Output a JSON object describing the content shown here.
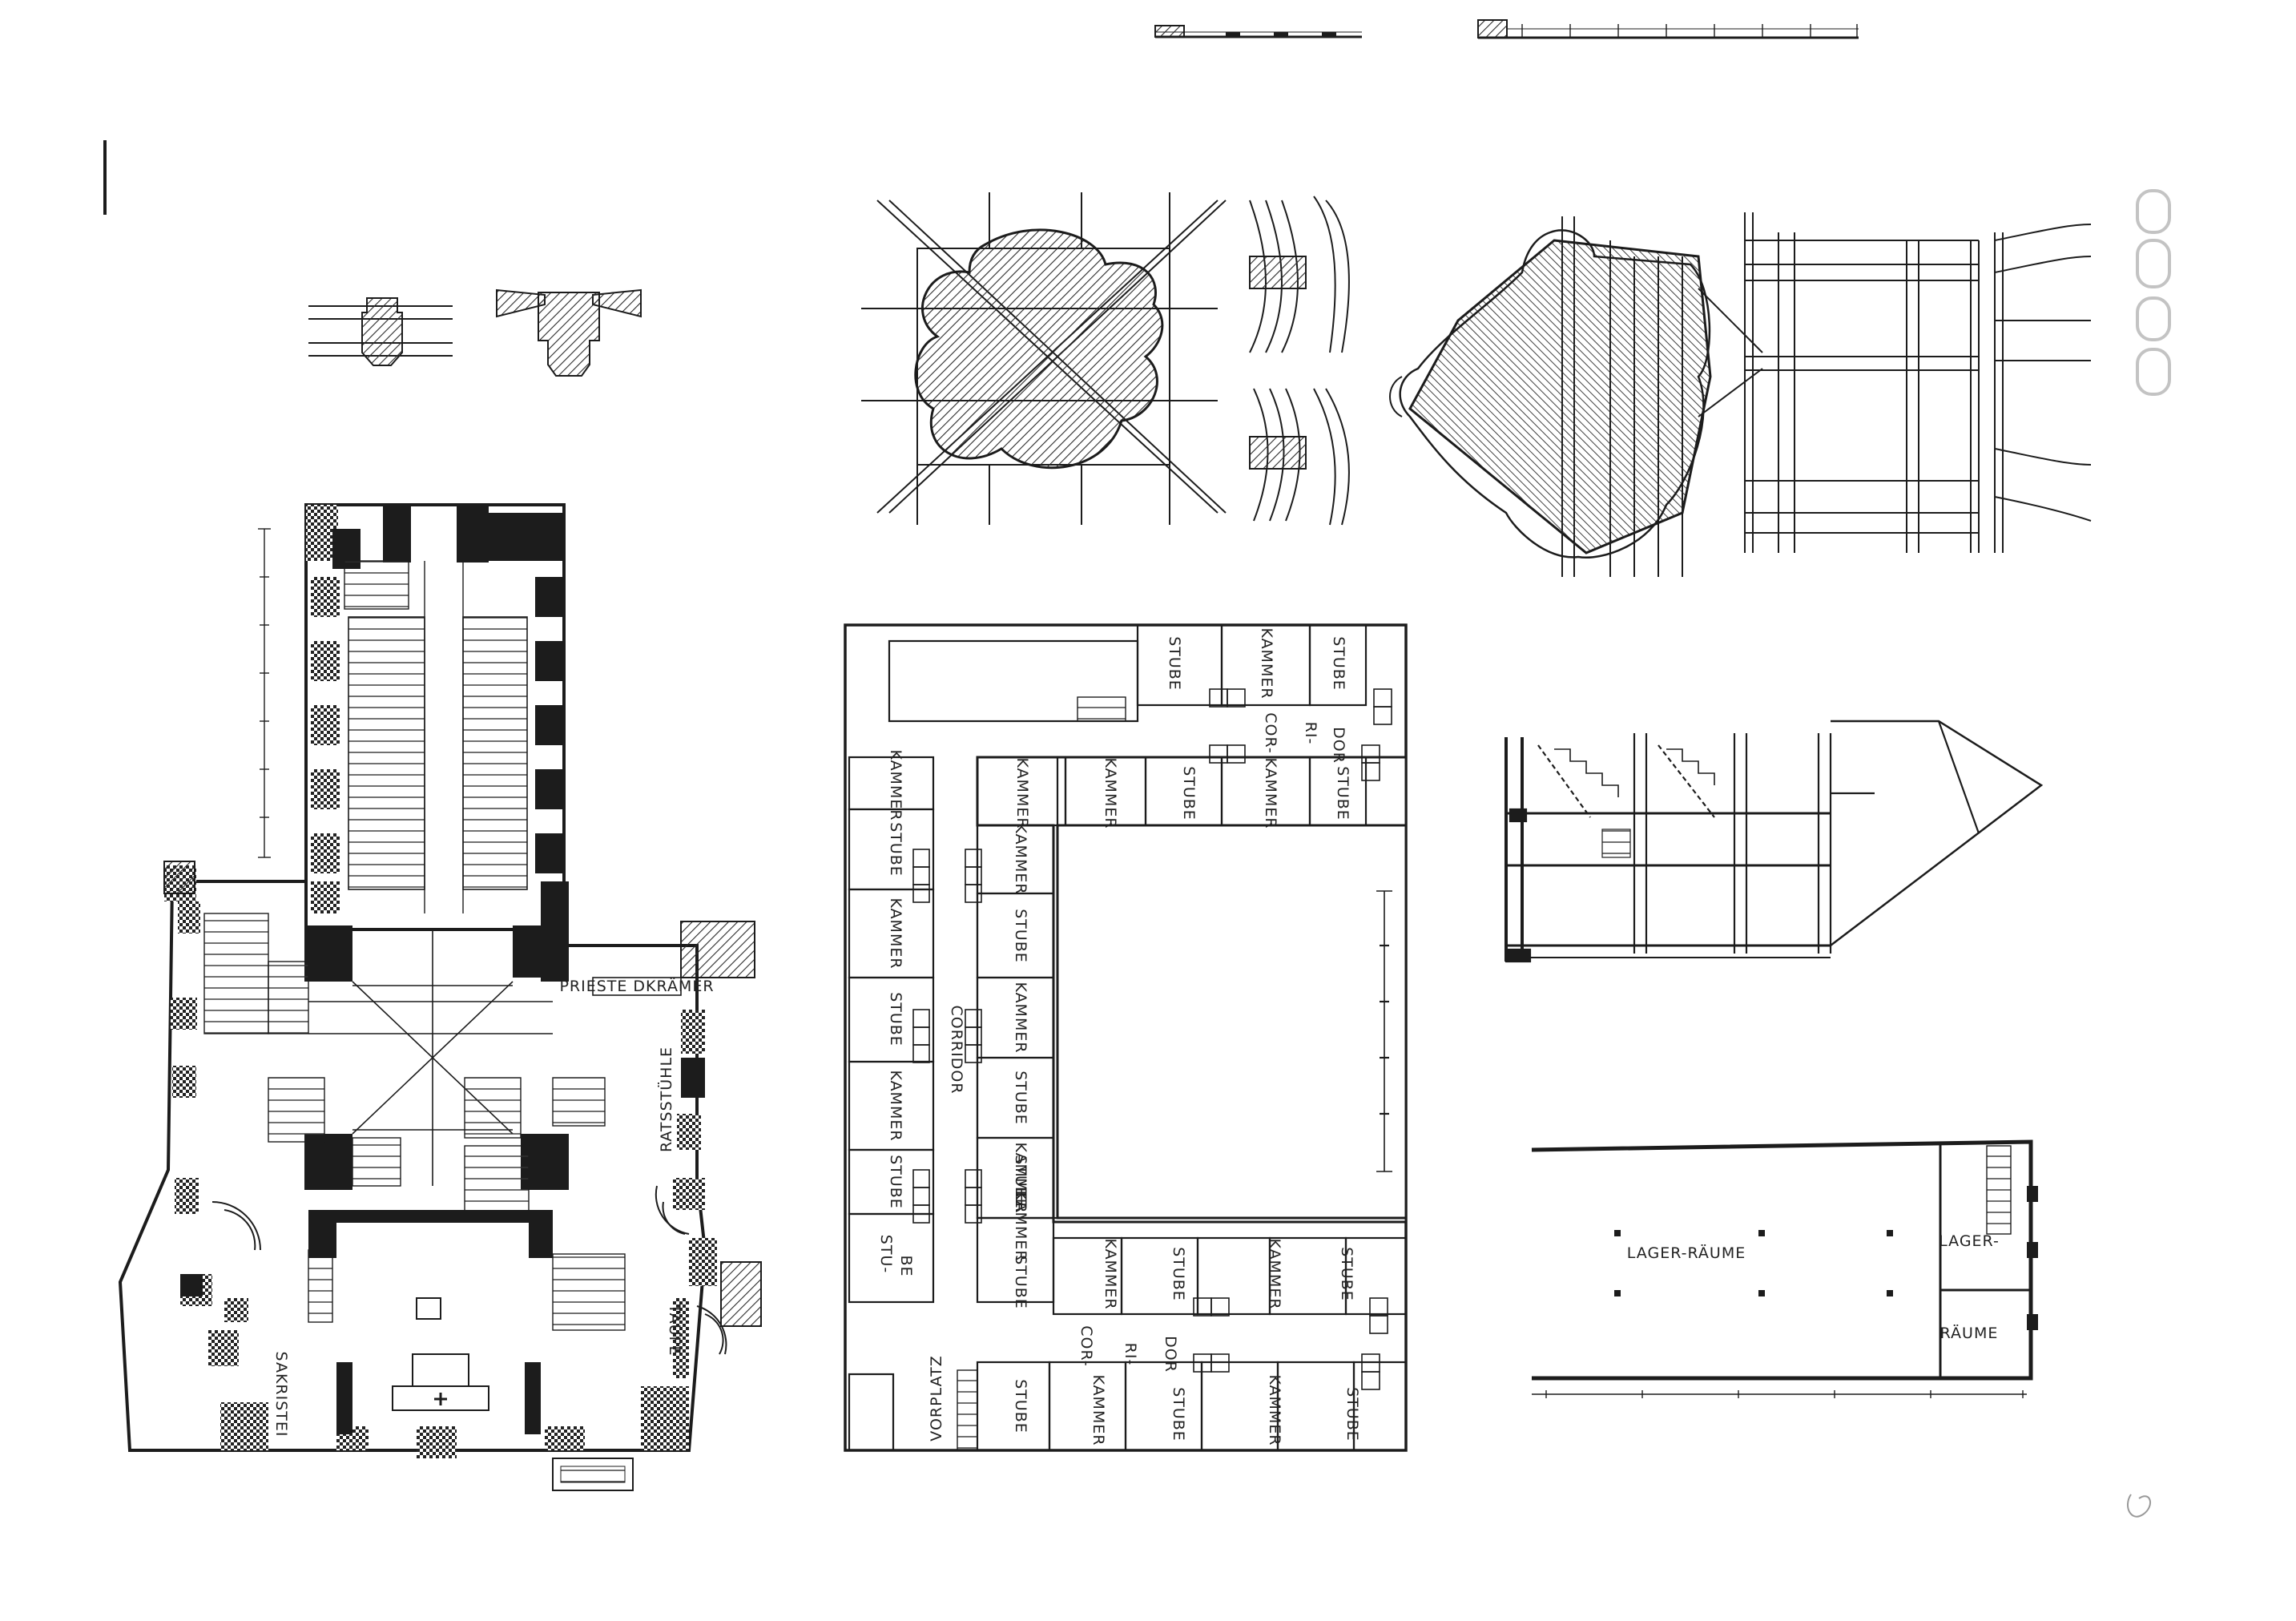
{
  "sheet": {
    "ink_color": "#1c1c1c",
    "paper_color": "#ffffff",
    "hatch_color": "#2a2a2a"
  },
  "church_plan": {
    "labels": {
      "priest": "PRIESTE DKRÄMER",
      "rats": "RATSSTÜHLE",
      "sakristei": "SAKRISTEI",
      "taufe": "TAUFE"
    }
  },
  "courtyard_plan": {
    "labels": {
      "stube": "STUBE",
      "kammer": "KAMMER",
      "corridor": "CORRIDOR",
      "vorplatz": "VORPLATZ",
      "cor": "COR-",
      "ri": "RI-",
      "dor": "DOR",
      "stu": "STU-",
      "be": "BE"
    }
  },
  "warehouse_plan": {
    "labels": {
      "lager_main": "LAGER-RÄUME",
      "lager_side": "LAGER-",
      "raume": "RÄUME"
    }
  },
  "icons": {
    "altar_cross": "cross-icon",
    "stamp": "archive-stamp-icon"
  }
}
